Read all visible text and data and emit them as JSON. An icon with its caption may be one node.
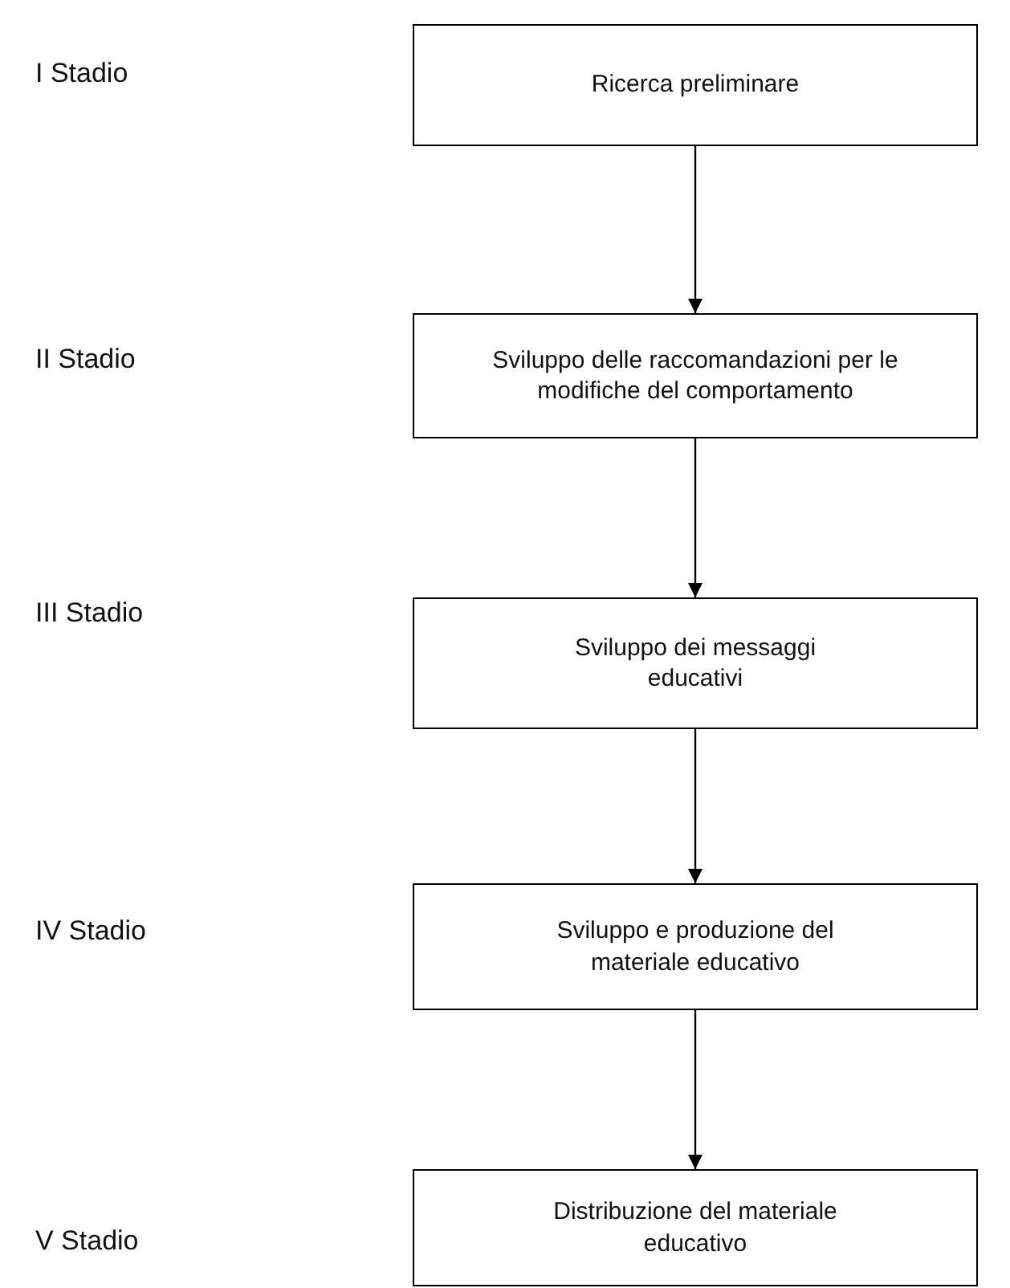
{
  "diagram": {
    "nodes": [
      {
        "text": [
          "Ricerca preliminare"
        ]
      },
      {
        "text": [
          "Sviluppo delle raccomandazioni per le modifiche del comportamento"
        ]
      },
      {
        "text": [
          "Sviluppo dei messaggi educativi"
        ]
      },
      {
        "text": [
          "Sviluppo e produzione del materiale educativo"
        ]
      },
      {
        "text": [
          "Distribuzione del materiale educativo"
        ]
      }
    ],
    "edges": [
      {
        "from": 0,
        "to": 1,
        "arrow": "to"
      },
      {
        "from": 1,
        "to": 2,
        "arrow": "to"
      },
      {
        "from": 2,
        "to": 3,
        "arrow": "to"
      },
      {
        "from": 3,
        "to": 4,
        "arrow": "to"
      }
    ],
    "labels": [
      "I Stadio",
      "II Stadio",
      "III Stadio",
      "IV Stadio",
      "V Stadio"
    ]
  }
}
